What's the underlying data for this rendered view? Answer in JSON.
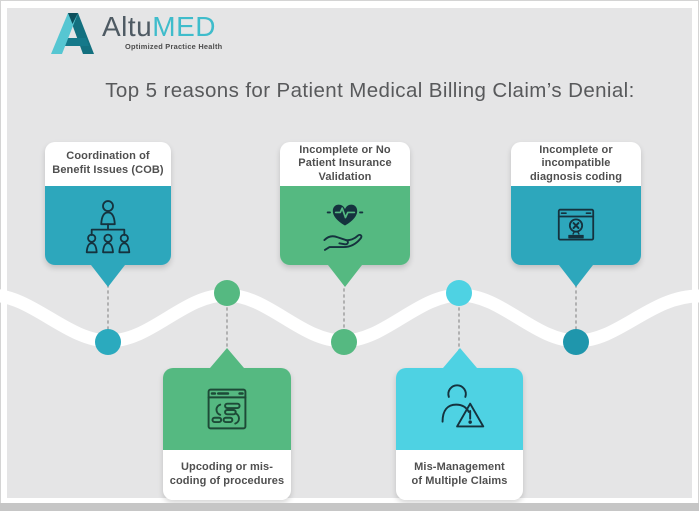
{
  "logo": {
    "icon": "altumed-a-logo-icon",
    "brand_part1": "Altu",
    "brand_part2": "MED",
    "tagline": "Optimized Practice Health"
  },
  "title": "Top 5 reasons for Patient Medical Billing Claim’s Denial:",
  "cards": [
    {
      "position": "top",
      "title": "Coordination of\nBenefit Issues (COB)",
      "icon": "org-chart-people-icon",
      "color_key": "teal"
    },
    {
      "position": "bottom",
      "title": "Upcoding or mis-\ncoding of procedures",
      "icon": "code-window-icon",
      "color_key": "green"
    },
    {
      "position": "top",
      "title": "Incomplete or No\nPatient Insurance\nValidation",
      "icon": "hand-holding-heart-icon",
      "color_key": "green"
    },
    {
      "position": "bottom",
      "title": "Mis-Management\nof Multiple Claims",
      "icon": "person-warning-icon",
      "color_key": "cyan"
    },
    {
      "position": "top",
      "title": "Incomplete or\nincompatible\ndiagnosis coding",
      "icon": "error-window-icon",
      "color_key": "teal"
    }
  ],
  "timeline": {
    "dot_colors": [
      "#2baabe",
      "#55b981",
      "#55b981",
      "#4ed2e3",
      "#1f96ac"
    ]
  },
  "colors": {
    "background": "#e5e5e6",
    "frame": "#ffffff",
    "bottom_strip": "#c6c6c6",
    "teal": "#2da7bc",
    "green": "#55b981",
    "cyan": "#4ed2e3",
    "wave": "#ffffff",
    "connector": "#a8a8a8",
    "icon_dark": "#15323e",
    "icon_green": "#1d4a37",
    "title_text": "#58595b",
    "card_text": "#4f4f4f",
    "brand_dark": "#4e5a63",
    "brand_teal": "#3fbccb",
    "tagline_text": "#4c4c4c",
    "logo_light": "#56c6d2",
    "logo_dark": "#13707f",
    "logo_mid": "#15798a",
    "logo_fold": "#0c4f5c"
  }
}
